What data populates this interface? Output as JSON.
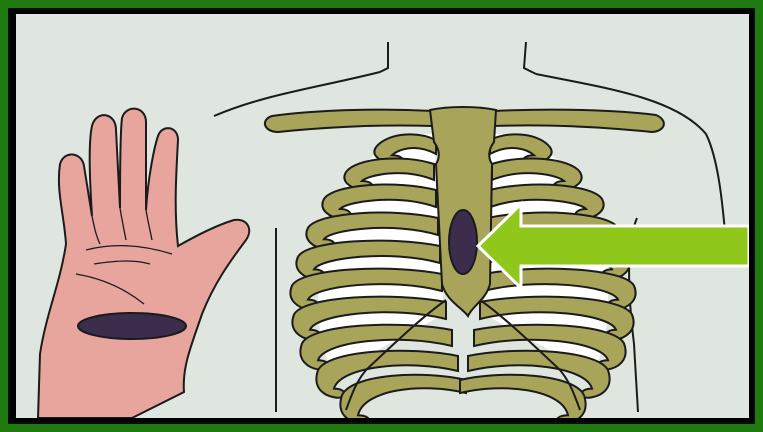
{
  "colors": {
    "border": "#1f7a10",
    "background": "#dfe5df",
    "bone": "#a8a45a",
    "bone_outline": "#1b1b1b",
    "skin": "#e7a59e",
    "marker": "#3b2d4b",
    "arrow": "#8fc71b",
    "rib_gap": "#ffffff"
  },
  "figure": {
    "hand": "open-palm-with-heel-of-hand-marked",
    "torso": "chest-ribcage-with-lower-sternum-marked",
    "arrow_direction": "left"
  }
}
